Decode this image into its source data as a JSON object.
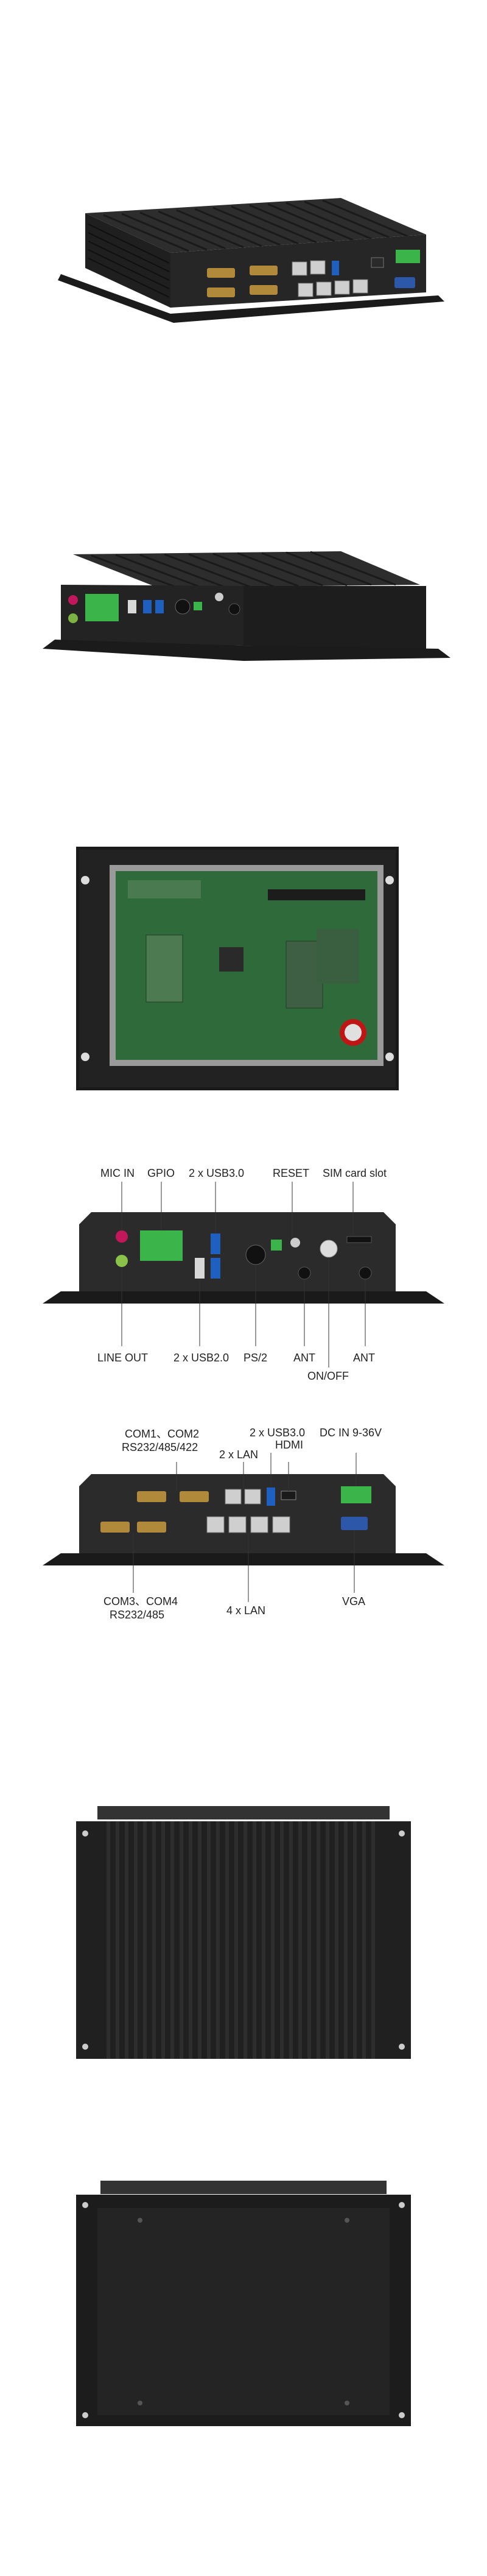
{
  "panels": {
    "rear_view": {
      "labels": {
        "com1_com2": "COM1、COM2",
        "rs232_485_422": "RS232/485/422",
        "lan2": "2 x LAN",
        "usb30": "2 x USB3.0",
        "hdmi": "HDMI",
        "dc_in": "DC IN 9-36V",
        "com3_com4": "COM3、COM4",
        "rs232_485": "RS232/485",
        "lan4": "4 x LAN",
        "vga": "VGA"
      }
    },
    "front_view": {
      "labels": {
        "mic_in": "MIC IN",
        "gpio": "GPIO",
        "usb30": "2 x USB3.0",
        "reset": "RESET",
        "sim": "SIM card slot",
        "line_out": "LINE OUT",
        "usb20": "2 x USB2.0",
        "ps2": "PS/2",
        "ant_left": "ANT",
        "on_off": "ON/OFF",
        "ant_right": "ANT"
      }
    }
  },
  "colors": {
    "chassis": "#2b2b2b",
    "chassis_dark": "#141414",
    "usb3_blue": "#1f5fbf",
    "terminal_green": "#3bb54a",
    "vga_blue": "#2d57a8",
    "pcb_green": "#2f6b3a",
    "background": "#ffffff"
  }
}
